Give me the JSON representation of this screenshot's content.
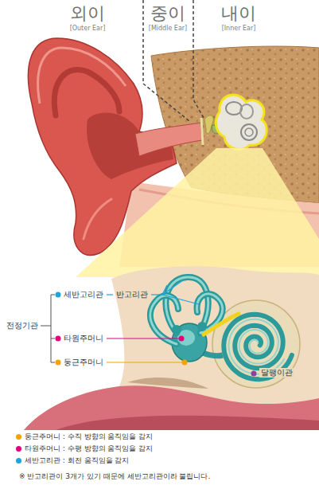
{
  "diagram": {
    "labels": [
      "외이",
      "[Outer Ear]",
      "중이",
      "[Middle Ear]",
      "내이",
      "[Inner Ear]",
      "전정기관",
      "세반고리관",
      "반고리관",
      "타원주머니",
      "둥근주머니",
      "달팽이관",
      "※ 반고리관이 3개가 있기 때문에 세반고리관이라 불립니다."
    ],
    "legend": [
      {
        "text": "둥근주머니 : 수직 방향의 움직임을 감지",
        "color": "#f5a300"
      },
      {
        "text": "타원주머니 : 수평 방향의 움직임을 감지",
        "color": "#e4007f"
      },
      {
        "text": "세반고리관 : 회전 움직임을 감지",
        "color": "#1ba5dc"
      }
    ]
  }
}
